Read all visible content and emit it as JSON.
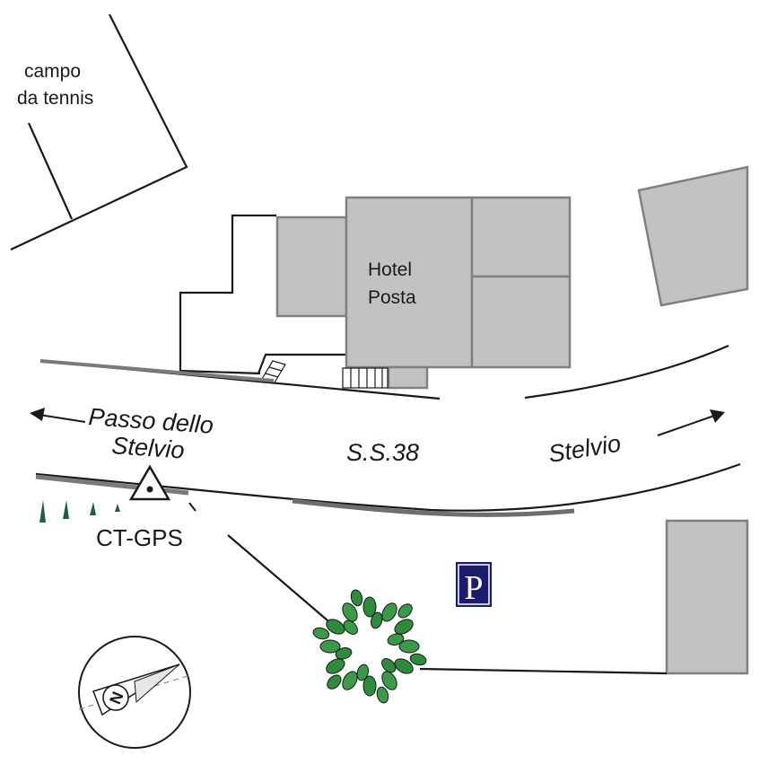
{
  "labels": {
    "tennis_court_line1": "campo",
    "tennis_court_line2": "da tennis",
    "hotel_line1": "Hotel",
    "hotel_line2": "Posta",
    "direction_west_line1": "Passo dello",
    "direction_west_line2": "Stelvio",
    "road_name": "S.S.38",
    "direction_east": "Stelvio",
    "station_name": "CT-GPS",
    "parking_letter": "P",
    "compass_letter": "N"
  },
  "colors": {
    "building_fill": "#c2c2c2",
    "building_stroke": "#808080",
    "line": "#1a1a1a",
    "parking_bg": "#1b1b6e",
    "tree_green": "#2e8b3c",
    "compass_stroke": "#6a6a6a"
  },
  "icons": {
    "station": "triangle-with-dot",
    "parking": "parking-sign",
    "tree": "tree-crown",
    "compass": "north-arrow"
  }
}
